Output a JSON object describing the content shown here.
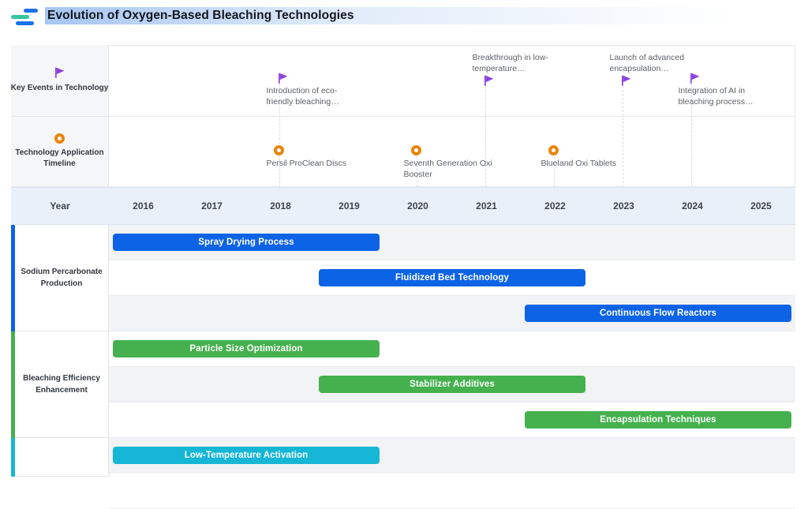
{
  "header": {
    "title": "Evolution of Oxygen-Based Bleaching Technologies"
  },
  "chart_data": {
    "type": "bar",
    "subtype": "gantt-timeline",
    "title": "Evolution of Oxygen-Based Bleaching Technologies",
    "x_axis": {
      "label": "Year",
      "ticks": [
        "2016",
        "2017",
        "2018",
        "2019",
        "2020",
        "2021",
        "2022",
        "2023",
        "2024",
        "2025"
      ],
      "range": [
        2016,
        2026
      ],
      "grid": false
    },
    "milestone_rows": [
      {
        "id": "key-events",
        "label": "Key Events in Technology",
        "icon": "flag-icon",
        "icon_color": "#8d44dd",
        "items": [
          {
            "label": "Introduction of eco-friendly bleaching…",
            "year": 2018,
            "label_pos": "below"
          },
          {
            "label": "Breakthrough in low-temperature…",
            "year": 2021,
            "label_pos": "above"
          },
          {
            "label": "Launch of advanced encapsulation…",
            "year": 2023,
            "label_pos": "above"
          },
          {
            "label": "Integration of AI in bleaching process…",
            "year": 2024,
            "label_pos": "below"
          }
        ]
      },
      {
        "id": "app-timeline",
        "label": "Technology Application Timeline",
        "icon": "ring-icon",
        "icon_color": "#e8860c",
        "items": [
          {
            "label": "Persil ProClean Discs",
            "year": 2018,
            "label_pos": "below"
          },
          {
            "label": "Seventh Generation Oxi Booster",
            "year": 2020,
            "label_pos": "below"
          },
          {
            "label": "Blueland Oxi Tablets",
            "year": 2022,
            "label_pos": "below"
          }
        ]
      }
    ],
    "sections": [
      {
        "label": "Sodium Percarbonate Production",
        "color": "#0d63e6",
        "tasks": [
          {
            "label": "Spray Drying Process",
            "start_year": 2016,
            "end_year": 2019
          },
          {
            "label": "Fluidized Bed Technology",
            "start_year": 2019,
            "end_year": 2022
          },
          {
            "label": "Continuous Flow Reactors",
            "start_year": 2022,
            "end_year": 2025
          }
        ]
      },
      {
        "label": "Bleaching Efficiency Enhancement",
        "color": "#45b14e",
        "tasks": [
          {
            "label": "Particle Size Optimization",
            "start_year": 2016,
            "end_year": 2019
          },
          {
            "label": "Stabilizer Additives",
            "start_year": 2019,
            "end_year": 2022
          },
          {
            "label": "Encapsulation Techniques",
            "start_year": 2022,
            "end_year": 2025
          }
        ]
      },
      {
        "label": "",
        "color": "#16b6d6",
        "tasks": [
          {
            "label": "Low-Temperature Activation",
            "start_year": 2016,
            "end_year": 2019
          }
        ]
      }
    ]
  },
  "colors": {
    "bar_blue": "#0d63e6",
    "bar_green": "#45b14e",
    "bar_cyan": "#16b6d6",
    "flag_purple": "#8d44dd",
    "ring_orange": "#e8860c",
    "year_row_bg": "#e8f1fa",
    "stripe_gray": "#f1f3f5",
    "header_cell_bg": "#f5f6f8",
    "border": "#e3e6ea",
    "title_band_from": "#a6c5f1"
  }
}
